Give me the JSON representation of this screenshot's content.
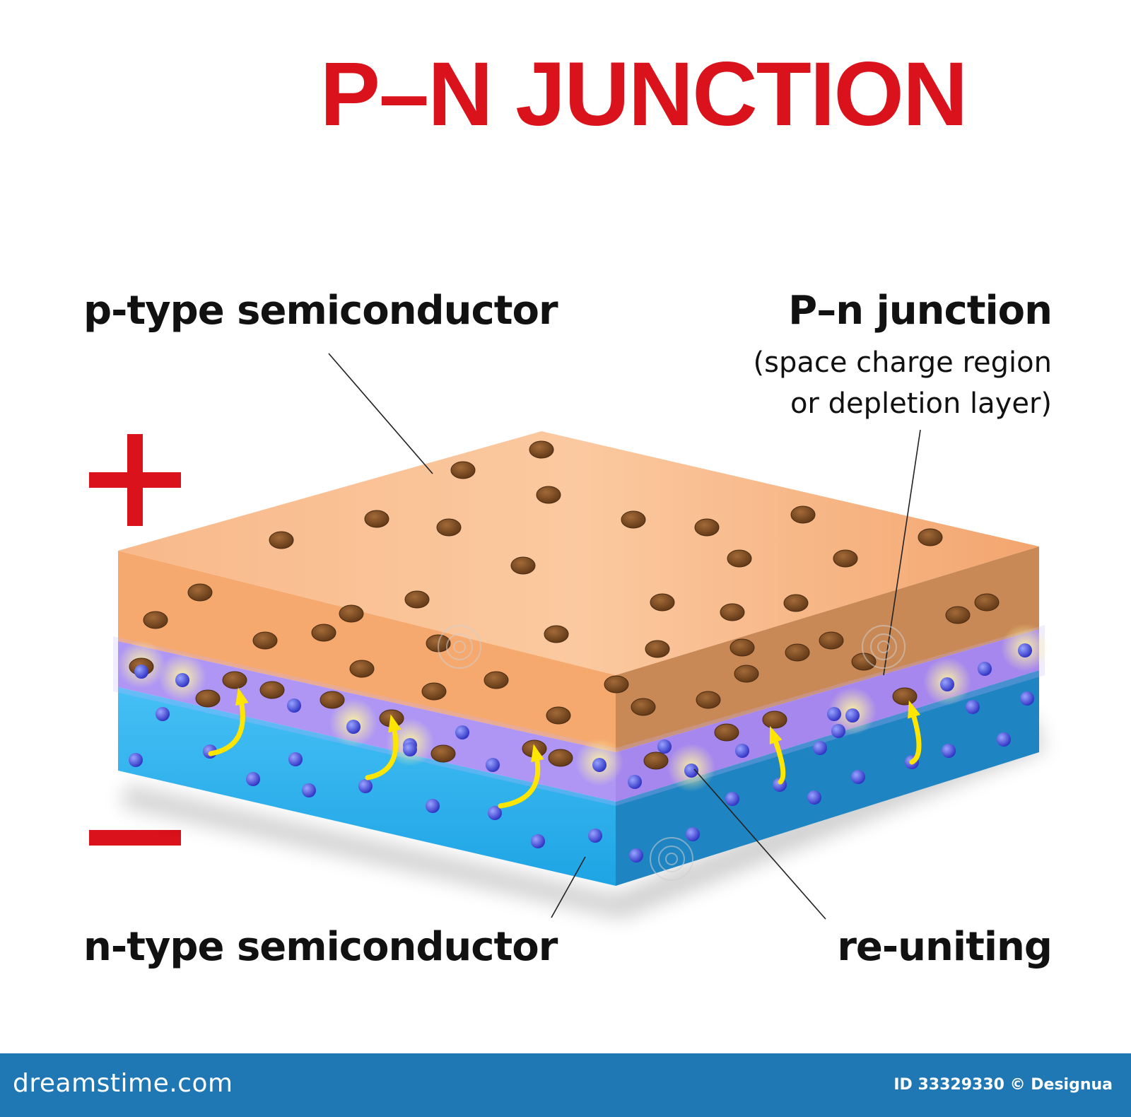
{
  "title": "P–N JUNCTION",
  "labels": {
    "p_type": "p-type semiconductor",
    "n_type": "n-type semiconductor",
    "junction_title": "P–n junction",
    "junction_sub_line1": "(space charge region",
    "junction_sub_line2": "or depletion layer)",
    "reuniting": "re-uniting"
  },
  "signs": {
    "positive": "+",
    "negative": "−"
  },
  "footer": {
    "logo_text": "dreamstime.com",
    "id_text": "ID 33329330 © Designua"
  },
  "colors": {
    "title": "#d9121b",
    "p_top": "#f4b07f",
    "p_side": "#c88550",
    "depletion": "#a88cf0",
    "n_front": "#27aee9",
    "n_side": "#1f84c2",
    "hole": "#7a4a22",
    "electron": "#3b40d6",
    "arrow": "#ffe600",
    "footer": "#1f78b4"
  },
  "icons": [
    "plus-sign-icon",
    "minus-sign-icon",
    "hole-icon",
    "electron-icon",
    "recombination-arrow-icon",
    "watermark-spiral-icon"
  ]
}
